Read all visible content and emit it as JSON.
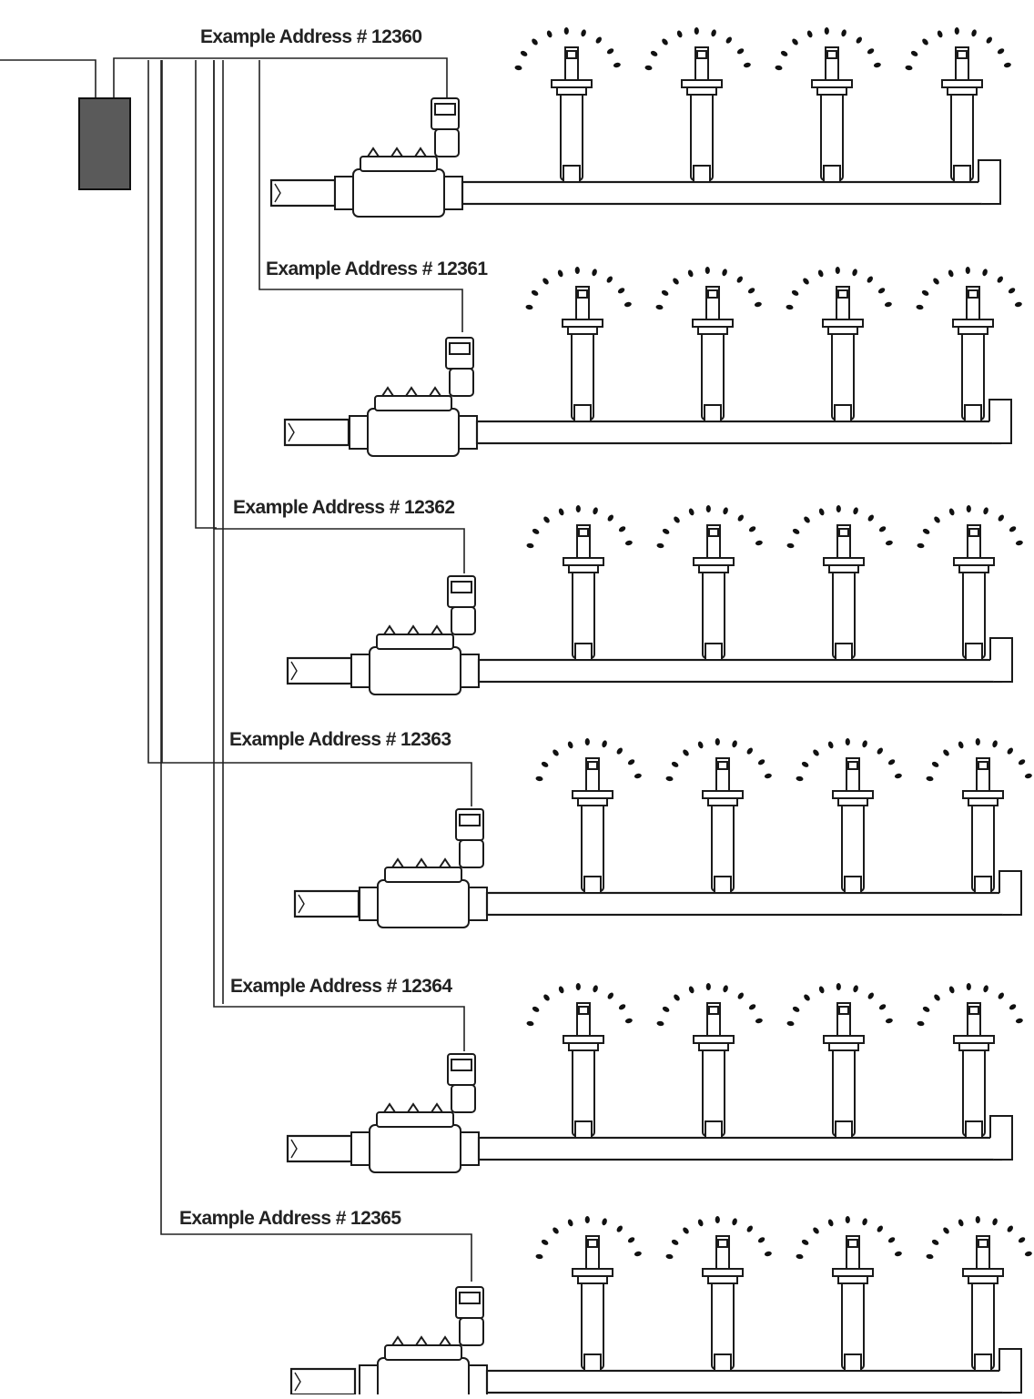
{
  "diagram": {
    "zones": [
      {
        "label": "Example Address # 12360"
      },
      {
        "label": "Example Address # 12361"
      },
      {
        "label": "Example Address # 12362"
      },
      {
        "label": "Example Address # 12363"
      },
      {
        "label": "Example Address # 12364"
      },
      {
        "label": "Example Address # 12365"
      }
    ],
    "sprinkler_heads_per_zone": 4,
    "colors": {
      "line": "#222222",
      "controller_fill": "#5a5a5a",
      "background": "#ffffff"
    },
    "icons": {
      "controller": "controller-box-icon",
      "valve": "solenoid-valve-icon",
      "sprinkler": "pop-up-sprinkler-head-icon",
      "spray": "water-spray-arc-icon"
    }
  }
}
